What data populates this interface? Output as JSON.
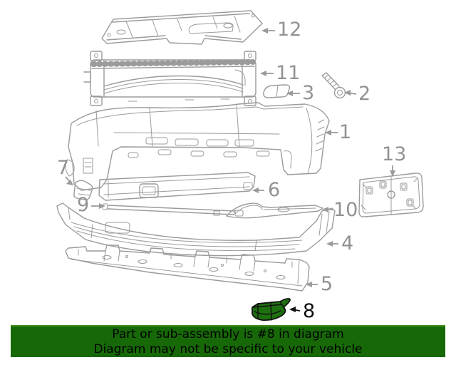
{
  "banner": {
    "line1": "Part or sub-assembly is #8 in diagram",
    "line2": "Diagram may not be specific to your vehicle",
    "background": "#176908",
    "text_color": "#000000"
  },
  "diagram": {
    "type": "exploded-parts-diagram",
    "subject": "front bumper assembly",
    "highlighted_part": "8",
    "line_color": "#9b9b9b",
    "label_color": "#929292",
    "highlight_fill": "#1e6f10",
    "callouts": [
      {
        "label": "1"
      },
      {
        "label": "2"
      },
      {
        "label": "3"
      },
      {
        "label": "4"
      },
      {
        "label": "5"
      },
      {
        "label": "6"
      },
      {
        "label": "7"
      },
      {
        "label": "8"
      },
      {
        "label": "9"
      },
      {
        "label": "10"
      },
      {
        "label": "11"
      },
      {
        "label": "12"
      },
      {
        "label": "13"
      }
    ]
  }
}
